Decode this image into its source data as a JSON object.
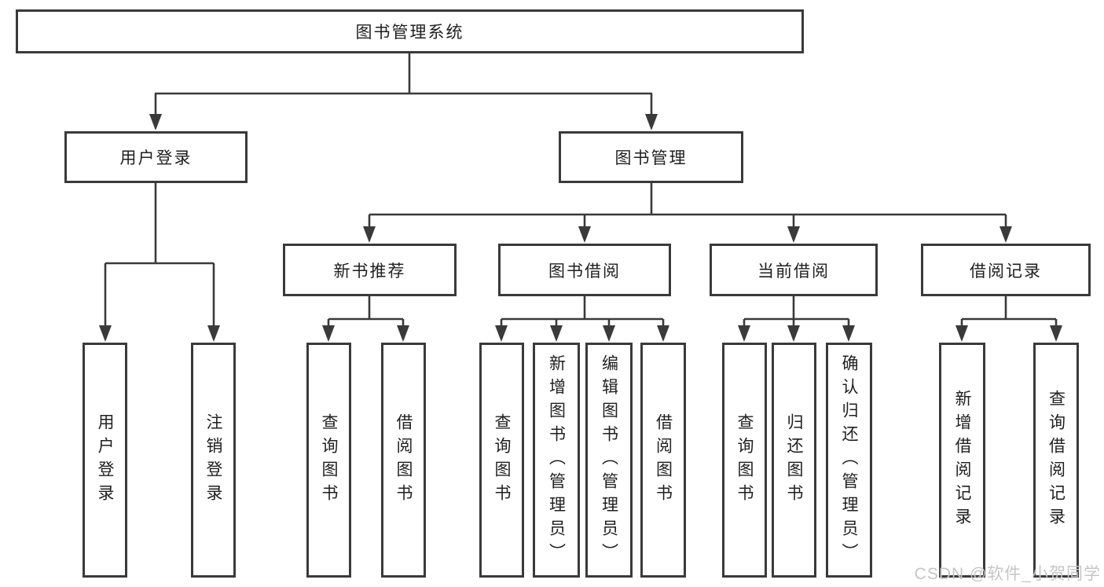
{
  "colors": {
    "line": "#3a3a3a",
    "text": "#1f1f1f",
    "watermark_gray": "#c6c6c6",
    "background": "#ffffff"
  },
  "watermark": "CSDN @软件_小贺同学",
  "tree": {
    "root": "图书管理系统",
    "level2": [
      "用户登录",
      "图书管理"
    ],
    "level3": [
      "新书推荐",
      "图书借阅",
      "当前借阅",
      "借阅记录"
    ],
    "leaves": {
      "user_login": [
        "用户登录",
        "注销登录"
      ],
      "new_book_recommend": [
        "查询图书",
        "借阅图书"
      ],
      "book_borrowing": [
        "查询图书",
        "新增图书（管理员）",
        "编辑图书（管理员）",
        "借阅图书"
      ],
      "current_borrowing": [
        "查询图书",
        "归还图书",
        "确认归还（管理员）"
      ],
      "borrowing_records": [
        "新增借阅记录",
        "查询借阅记录"
      ]
    }
  }
}
